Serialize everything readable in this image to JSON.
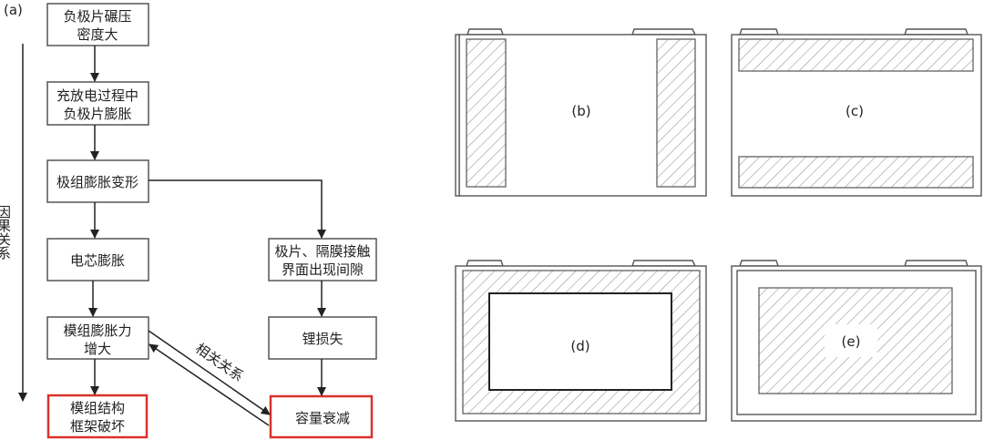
{
  "panel_a": {
    "label": "(a)",
    "axis_label": "因果关系",
    "correlation_label": "相关关系",
    "nodes": [
      {
        "lines": [
          "负极片碾压",
          "密度大"
        ]
      },
      {
        "lines": [
          "充放电过程中",
          "负极片膨胀"
        ]
      },
      {
        "lines": [
          "极组膨胀变形"
        ]
      },
      {
        "lines": [
          "电芯膨胀"
        ]
      },
      {
        "lines": [
          "模组膨胀力",
          "增大"
        ]
      },
      {
        "lines": [
          "模组结构",
          "框架破坏"
        ]
      },
      {
        "lines": [
          "极片、隔膜接触",
          "界面出现间隙"
        ]
      },
      {
        "lines": [
          "锂损失"
        ]
      },
      {
        "lines": [
          "容量衰减"
        ]
      }
    ]
  },
  "panels": {
    "b": "(b)",
    "c": "(c)",
    "d": "(d)",
    "e": "(e)"
  },
  "colors": {
    "highlight": "#d9322b",
    "line": "#222222"
  }
}
